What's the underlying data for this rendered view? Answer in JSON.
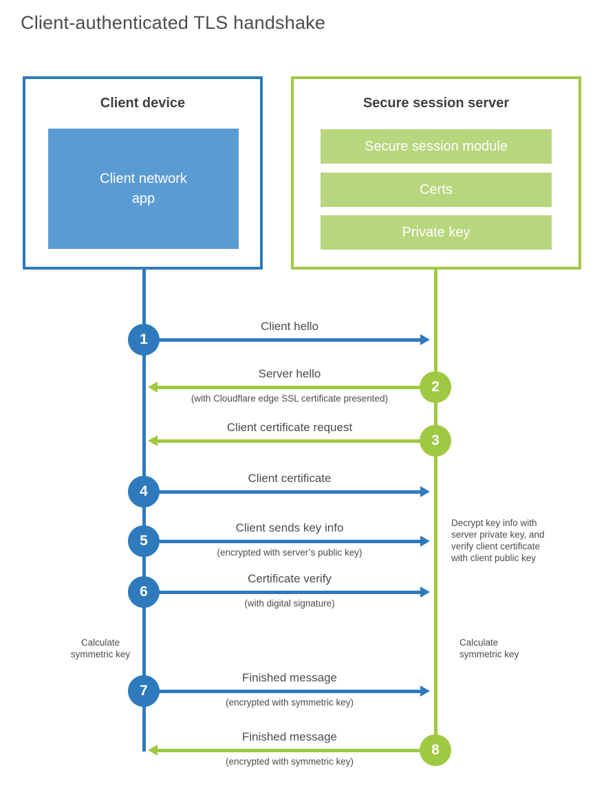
{
  "title": "Client-authenticated TLS handshake",
  "colors": {
    "blue": "#2e7abc",
    "blue_light": "#5b9bd3",
    "green": "#9fc942",
    "green_light": "#b8d67d",
    "heading": "#3f3f3f",
    "text": "#4b4b4b"
  },
  "client_box": {
    "title": "Client device",
    "app_label": "Client network\napp"
  },
  "server_box": {
    "title": "Secure session server",
    "modules": [
      "Secure session module",
      "Certs",
      "Private key"
    ]
  },
  "steps": [
    {
      "num": "1",
      "direction": "client-to-server",
      "label": "Client hello",
      "sub": ""
    },
    {
      "num": "2",
      "direction": "server-to-client",
      "label": "Server hello",
      "sub": "(with Cloudflare edge SSL certificate presented)"
    },
    {
      "num": "3",
      "direction": "server-to-client",
      "label": "Client certificate request",
      "sub": ""
    },
    {
      "num": "4",
      "direction": "client-to-server",
      "label": "Client certificate",
      "sub": ""
    },
    {
      "num": "5",
      "direction": "client-to-server",
      "label": "Client sends key info",
      "sub": "(encrypted with server’s public key)"
    },
    {
      "num": "6",
      "direction": "client-to-server",
      "label": "Certificate verify",
      "sub": "(with digital signature)"
    },
    {
      "num": "7",
      "direction": "client-to-server",
      "label": "Finished message",
      "sub": "(encrypted with symmetric key)"
    },
    {
      "num": "8",
      "direction": "server-to-client",
      "label": "Finished message",
      "sub": "(encrypted with symmetric key)"
    }
  ],
  "annotations": {
    "client_calc": "Calculate\nsymmetric key",
    "server_calc": "Calculate\nsymmetric key",
    "server_note": "Decrypt key info with\nserver private key, and\nverify client certificate\nwith client public key"
  }
}
